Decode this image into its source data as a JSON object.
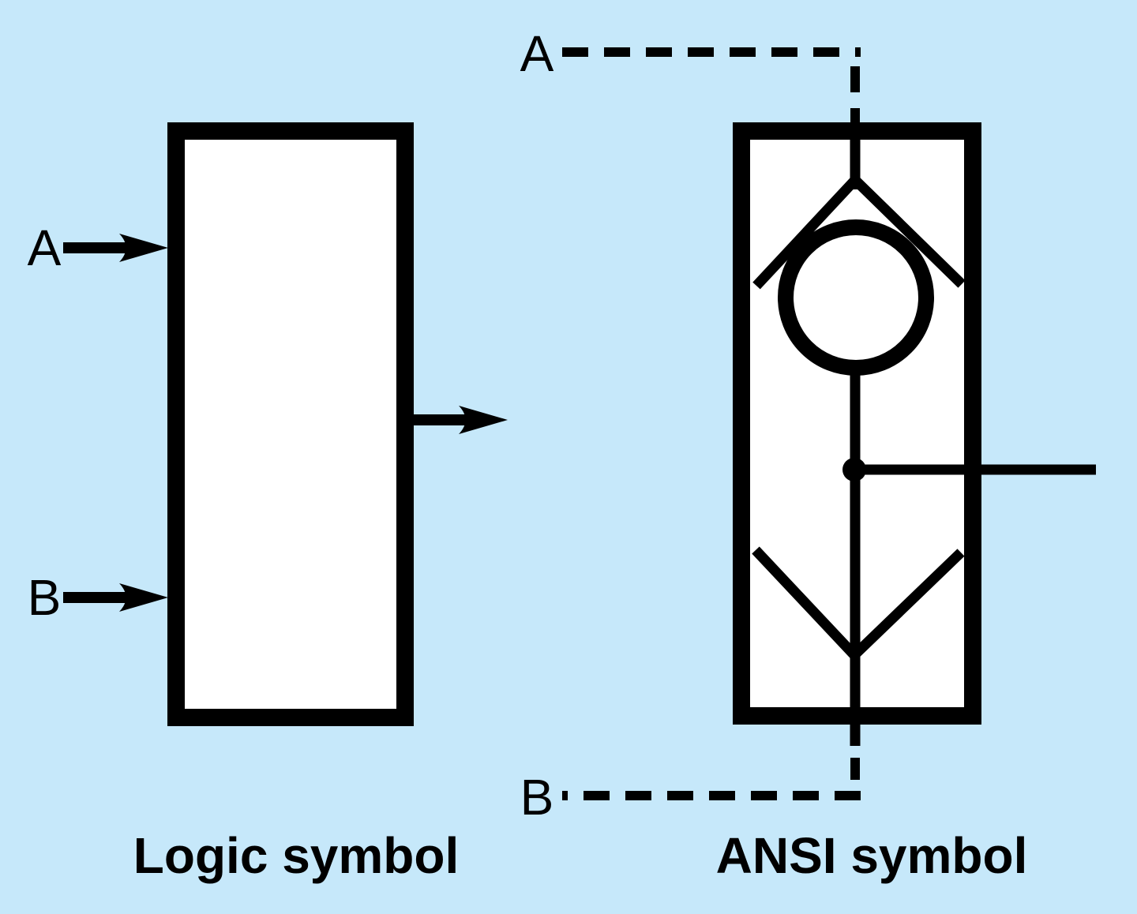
{
  "figure": {
    "left_diagram": {
      "caption": "Logic symbol",
      "input_a_label": "A",
      "input_b_label": "B"
    },
    "right_diagram": {
      "caption": "ANSI symbol",
      "input_a_label": "A",
      "input_b_label": "B"
    }
  },
  "colors": {
    "background": "#c6e8fa",
    "ink": "#000000",
    "surface": "#ffffff"
  }
}
